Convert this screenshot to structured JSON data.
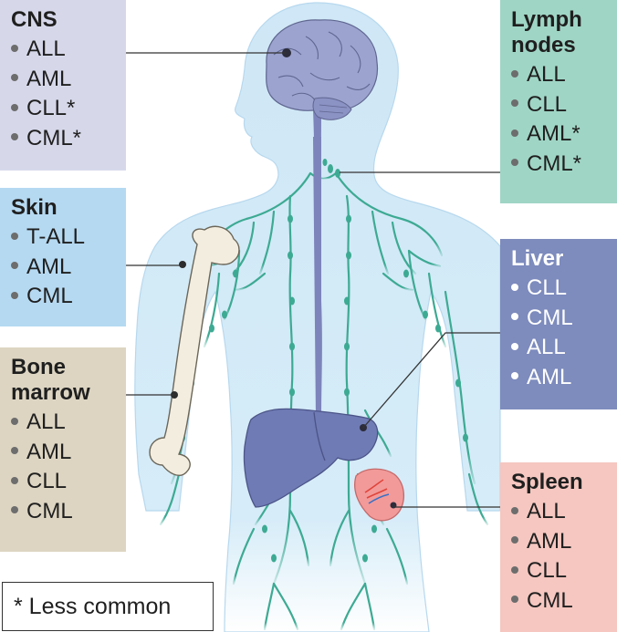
{
  "organs": {
    "cns": {
      "title": "CNS",
      "items": [
        "ALL",
        "AML",
        "CLL*",
        "CML*"
      ]
    },
    "skin": {
      "title": "Skin",
      "items": [
        "T-ALL",
        "AML",
        "CML"
      ]
    },
    "bone_marrow": {
      "title_line1": "Bone",
      "title_line2": "marrow",
      "items": [
        "ALL",
        "AML",
        "CLL",
        "CML"
      ]
    },
    "lymph_nodes": {
      "title_line1": "Lymph",
      "title_line2": "nodes",
      "items": [
        "ALL",
        "CLL",
        "AML*",
        "CML*"
      ]
    },
    "liver": {
      "title": "Liver",
      "items": [
        "CLL",
        "CML",
        "ALL",
        "AML"
      ]
    },
    "spleen": {
      "title": "Spleen",
      "items": [
        "ALL",
        "AML",
        "CLL",
        "CML"
      ]
    }
  },
  "legend": {
    "text": "* Less common"
  },
  "colors": {
    "cns_box": "#d6d8ea",
    "skin_box": "#b5d9f1",
    "bone_box": "#ddd5c2",
    "lymph_box": "#9fd5c5",
    "liver_box": "#7d8bbd",
    "spleen_box": "#f5c7c0",
    "body_fill": "#cde6f5",
    "lymphatic": "#3daa93",
    "brain": "#9ca3cf",
    "spinal_cord": "#7d84bb",
    "liver_organ": "#6f7bb5",
    "bone": "#f3ede0",
    "spleen_organ": "#f29a9a"
  }
}
